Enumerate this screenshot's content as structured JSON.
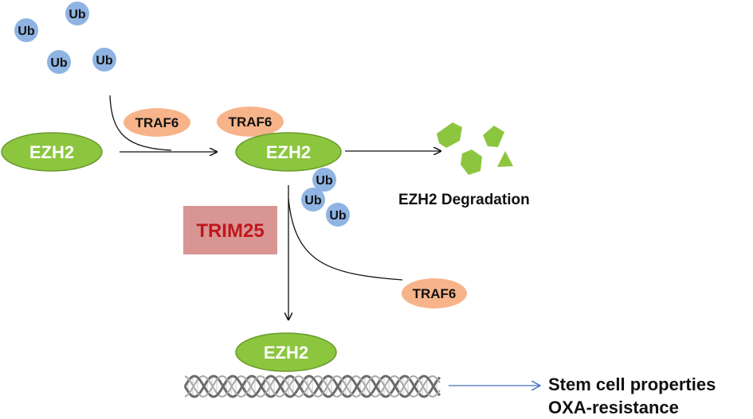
{
  "ub_label": "Ub",
  "traf6_label": "TRAF6",
  "ezh2_label": "EZH2",
  "trim25_label": "TRIM25",
  "degradation_label": "EZH2 Degradation",
  "outcome": {
    "line1": "Stem cell properties",
    "line2": "OXA-resistance"
  },
  "colors": {
    "ub_fill": "#8fb4e3",
    "traf6_fill": "#f7b48a",
    "ezh2_fill": "#8cc63f",
    "ezh2_stroke": "#6a9a2b",
    "fragment": "#8cc63f",
    "trim25_fill": "#d99594",
    "trim25_text": "#c0171b",
    "arrow": "#111111",
    "outcome_arrow": "#4472c4"
  }
}
